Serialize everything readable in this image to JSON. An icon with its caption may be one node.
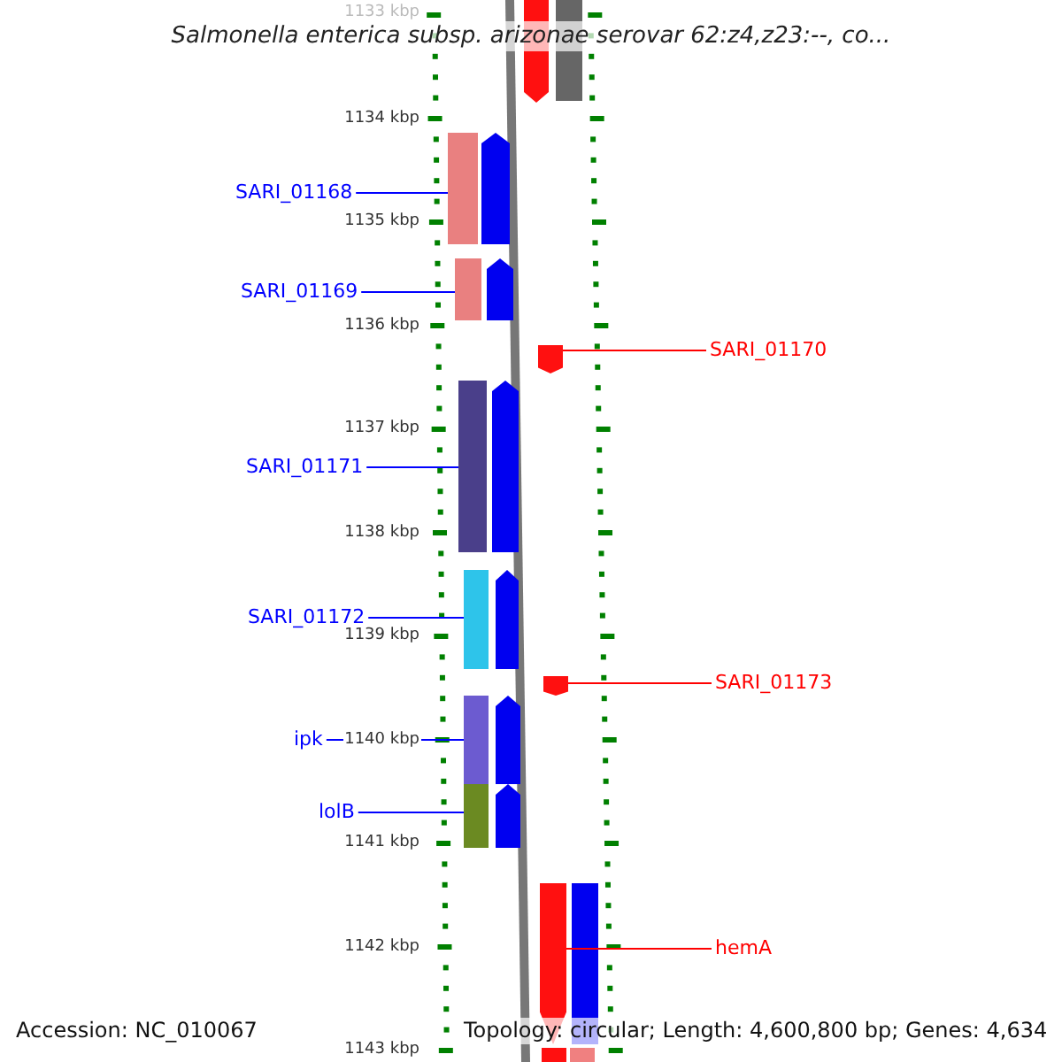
{
  "diagram": {
    "title": "Salmonella enterica subsp. arizonae serovar 62:z4,z23:--, co...",
    "nodes": [
      {
        "text": [
          "SARI_01168"
        ]
      },
      {
        "text": [],
        "shape": "bar"
      },
      {
        "text": [
          "SARI_01169"
        ]
      },
      {
        "text": [],
        "shape": "bar"
      },
      {
        "text": [
          "SARI_01170"
        ]
      },
      {
        "text": [],
        "shape": "bar"
      },
      {
        "text": [
          "SARI_01171"
        ]
      },
      {
        "text": [],
        "shape": "bar"
      },
      {
        "text": [
          "SARI_01172"
        ]
      },
      {
        "text": [],
        "shape": "bar"
      },
      {
        "text": [
          "SARI_01173"
        ]
      },
      {
        "text": [],
        "shape": "bar"
      },
      {
        "text": [
          "ipk"
        ]
      },
      {
        "text": [],
        "shape": "bar"
      },
      {
        "text": [
          "lolB"
        ]
      },
      {
        "text": [],
        "shape": "bar"
      },
      {
        "text": [
          "hemA"
        ]
      },
      {
        "text": [],
        "shape": "bar"
      }
    ],
    "edges": [
      {
        "from": 0,
        "to": 1,
        "arrow": "none"
      },
      {
        "from": 2,
        "to": 3,
        "arrow": "none"
      },
      {
        "from": 4,
        "to": 5,
        "arrow": "none",
        "color": "#ff0000"
      },
      {
        "from": 6,
        "to": 7,
        "arrow": "none"
      },
      {
        "from": 8,
        "to": 9,
        "arrow": "none"
      },
      {
        "from": 10,
        "to": 11,
        "arrow": "none",
        "color": "#ff0000"
      },
      {
        "from": 12,
        "to": 13,
        "arrow": "none"
      },
      {
        "from": 14,
        "to": 15,
        "arrow": "none"
      },
      {
        "from": 16,
        "to": 17,
        "arrow": "none",
        "color": "#ff0000"
      }
    ],
    "labels": [
      "1133 kbp",
      "1134 kbp",
      "1135 kbp",
      "1136 kbp",
      "1137 kbp",
      "1138 kbp",
      "1139 kbp",
      "1140 kbp",
      "1141 kbp",
      "1142 kbp",
      "1143 kbp",
      "Accession: NC_010067",
      "Topology: circular; Length: 4,600,800 bp; Genes: 4,634"
    ]
  }
}
